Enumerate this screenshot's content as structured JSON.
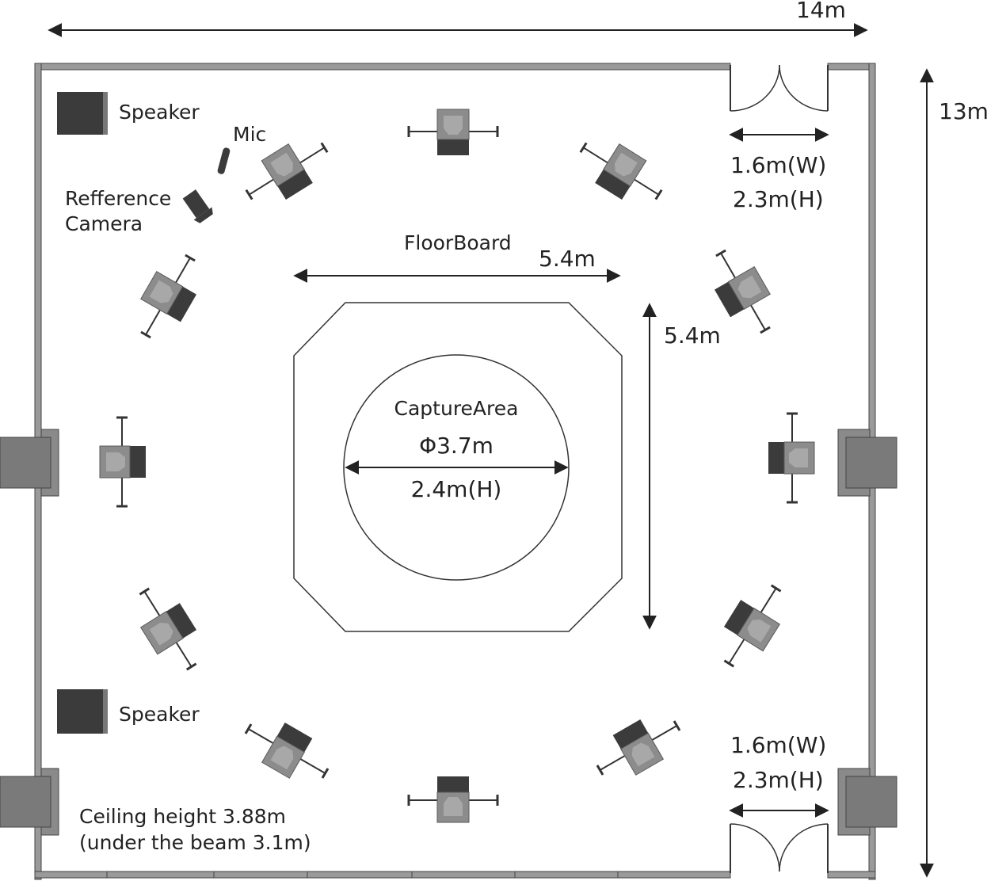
{
  "room": {
    "width_label": "14m",
    "height_label": "13m",
    "ceiling_line1": "Ceiling height 3.88m",
    "ceiling_line2": "(under the beam 3.1m)"
  },
  "door_top": {
    "width_label": "1.6m(W)",
    "height_label": "2.3m(H)"
  },
  "door_bottom": {
    "width_label": "1.6m(W)",
    "height_label": "2.3m(H)"
  },
  "equipment": {
    "speaker_top": "Speaker",
    "speaker_bottom": "Speaker",
    "mic": "Mic",
    "camera_line1": "Refference",
    "camera_line2": "Camera"
  },
  "floorboard": {
    "title": "FloorBoard",
    "width_label": "5.4m",
    "depth_label": "5.4m"
  },
  "capture_area": {
    "title": "CaptureArea",
    "diameter_label": "Φ3.7m",
    "height_label": "2.4m(H)"
  },
  "colors": {
    "dark": "#3b3b3b",
    "gray": "#8a8a8a",
    "wall": "#9a9a9a",
    "line": "#222222"
  }
}
